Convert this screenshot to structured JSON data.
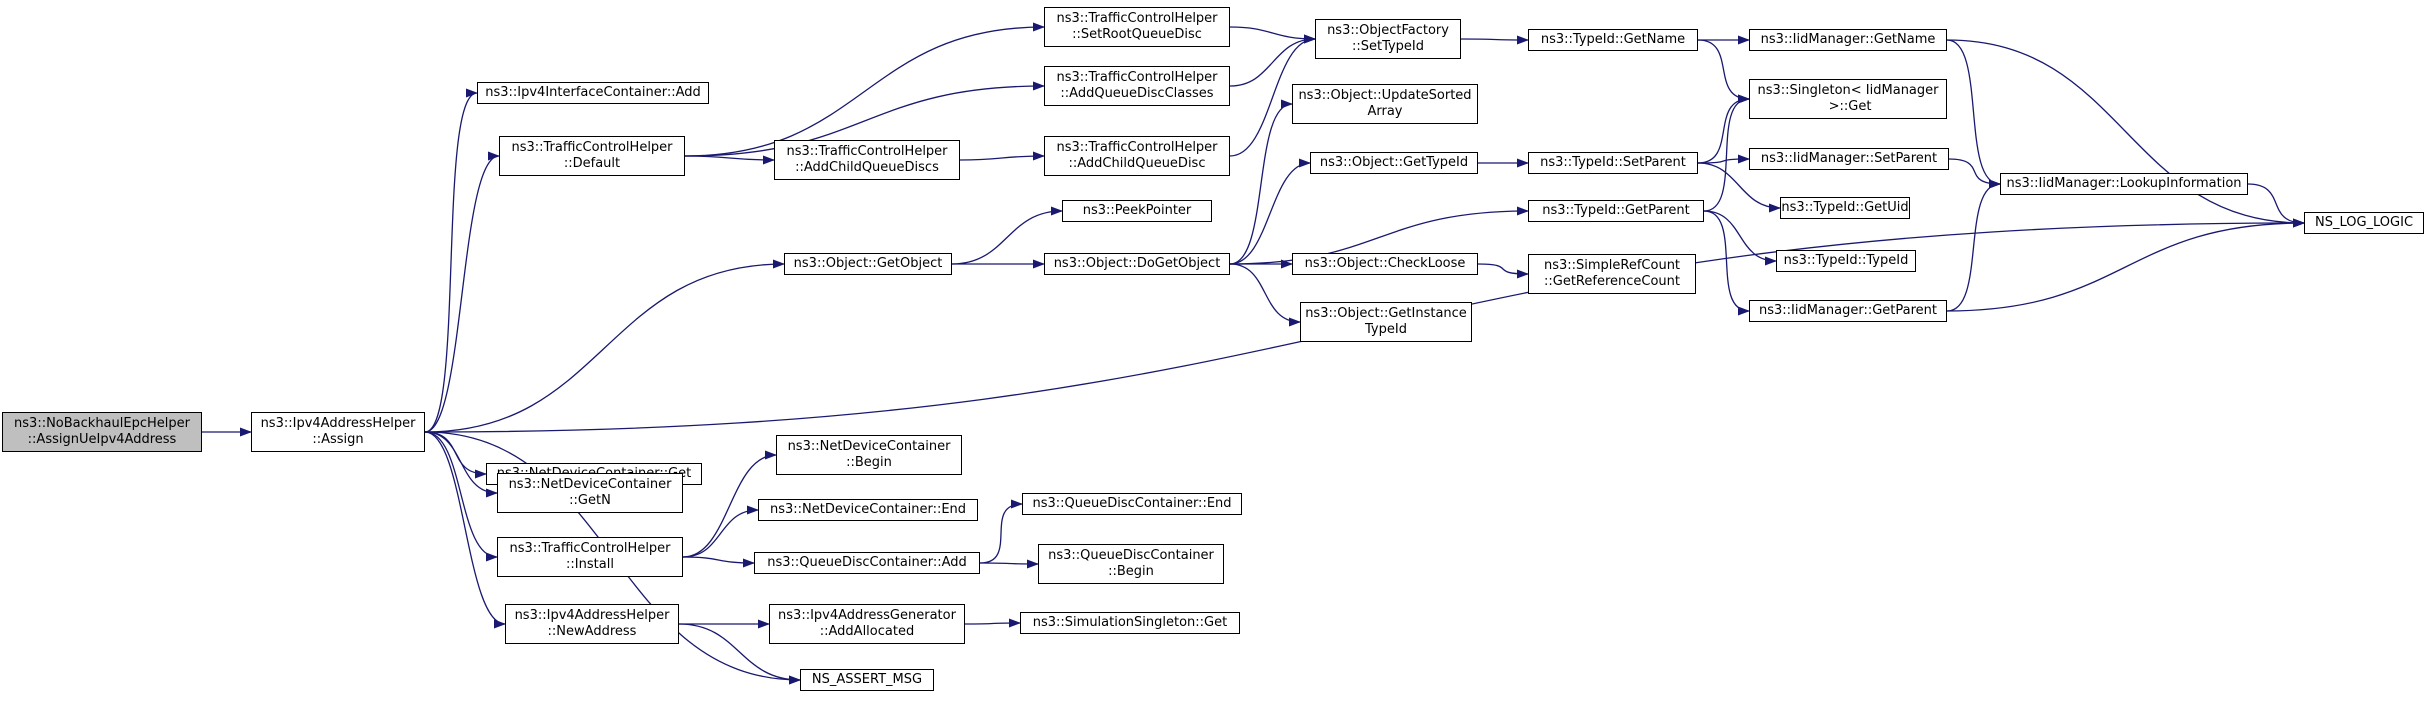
{
  "graph": {
    "root_fill": "#bfbfbf",
    "node_fill": "#ffffff",
    "border_color": "#000000",
    "edge_color": "#191970",
    "nodes": [
      {
        "id": "n1",
        "label": "ns3::NoBackhaulEpcHelper\n::AssignUeIpv4Address",
        "root": true
      },
      {
        "id": "n2",
        "label": "ns3::Ipv4AddressHelper\n::Assign"
      },
      {
        "id": "n3",
        "label": "ns3::Ipv4InterfaceContainer::Add"
      },
      {
        "id": "n4",
        "label": "ns3::TrafficControlHelper\n::Default"
      },
      {
        "id": "n5",
        "label": "ns3::Object::GetObject"
      },
      {
        "id": "n6",
        "label": "NS_LOG_LOGIC"
      },
      {
        "id": "n7",
        "label": "ns3::NetDeviceContainer::Get"
      },
      {
        "id": "n8",
        "label": "ns3::NetDeviceContainer\n::GetN"
      },
      {
        "id": "n9",
        "label": "ns3::TrafficControlHelper\n::Install"
      },
      {
        "id": "n10",
        "label": "ns3::Ipv4AddressHelper\n::NewAddress"
      },
      {
        "id": "n11",
        "label": "NS_ASSERT_MSG"
      },
      {
        "id": "n12",
        "label": "ns3::TrafficControlHelper\n::SetRootQueueDisc"
      },
      {
        "id": "n13",
        "label": "ns3::TrafficControlHelper\n::AddQueueDiscClasses"
      },
      {
        "id": "n14",
        "label": "ns3::TrafficControlHelper\n::AddChildQueueDiscs"
      },
      {
        "id": "n15",
        "label": "ns3::TrafficControlHelper\n::AddChildQueueDisc"
      },
      {
        "id": "n16",
        "label": "ns3::ObjectFactory\n::SetTypeId"
      },
      {
        "id": "n17",
        "label": "ns3::TypeId::GetName"
      },
      {
        "id": "n18",
        "label": "ns3::IidManager::GetName"
      },
      {
        "id": "n19",
        "label": "ns3::Singleton< IidManager\n >::Get"
      },
      {
        "id": "n20",
        "label": "ns3::IidManager::LookupInformation"
      },
      {
        "id": "n21",
        "label": "ns3::PeekPointer"
      },
      {
        "id": "n22",
        "label": "ns3::Object::DoGetObject"
      },
      {
        "id": "n23",
        "label": "ns3::Object::UpdateSorted\nArray"
      },
      {
        "id": "n24",
        "label": "ns3::Object::GetTypeId"
      },
      {
        "id": "n25",
        "label": "ns3::TypeId::GetParent"
      },
      {
        "id": "n26",
        "label": "ns3::Object::CheckLoose"
      },
      {
        "id": "n27",
        "label": "ns3::Object::GetInstance\nTypeId"
      },
      {
        "id": "n28",
        "label": "ns3::TypeId::SetParent"
      },
      {
        "id": "n29",
        "label": "ns3::IidManager::SetParent"
      },
      {
        "id": "n30",
        "label": "ns3::TypeId::GetUid"
      },
      {
        "id": "n31",
        "label": "ns3::TypeId::TypeId"
      },
      {
        "id": "n32",
        "label": "ns3::IidManager::GetParent"
      },
      {
        "id": "n33",
        "label": "ns3::SimpleRefCount\n::GetReferenceCount"
      },
      {
        "id": "n34",
        "label": "ns3::NetDeviceContainer\n::Begin"
      },
      {
        "id": "n35",
        "label": "ns3::NetDeviceContainer::End"
      },
      {
        "id": "n36",
        "label": "ns3::QueueDiscContainer::Add"
      },
      {
        "id": "n37",
        "label": "ns3::QueueDiscContainer::End"
      },
      {
        "id": "n38",
        "label": "ns3::QueueDiscContainer\n::Begin"
      },
      {
        "id": "n39",
        "label": "ns3::Ipv4AddressGenerator\n::AddAllocated"
      },
      {
        "id": "n40",
        "label": "ns3::SimulationSingleton::Get"
      }
    ],
    "edges": [
      [
        "n1",
        "n2"
      ],
      [
        "n2",
        "n3"
      ],
      [
        "n2",
        "n4"
      ],
      [
        "n2",
        "n5"
      ],
      [
        "n2",
        "n6"
      ],
      [
        "n2",
        "n7"
      ],
      [
        "n2",
        "n8"
      ],
      [
        "n2",
        "n9"
      ],
      [
        "n2",
        "n10"
      ],
      [
        "n2",
        "n11"
      ],
      [
        "n4",
        "n12"
      ],
      [
        "n4",
        "n13"
      ],
      [
        "n4",
        "n14"
      ],
      [
        "n12",
        "n16"
      ],
      [
        "n13",
        "n16"
      ],
      [
        "n14",
        "n15"
      ],
      [
        "n15",
        "n16"
      ],
      [
        "n16",
        "n17"
      ],
      [
        "n17",
        "n18"
      ],
      [
        "n17",
        "n19"
      ],
      [
        "n18",
        "n20"
      ],
      [
        "n18",
        "n6"
      ],
      [
        "n20",
        "n6"
      ],
      [
        "n5",
        "n21"
      ],
      [
        "n5",
        "n22"
      ],
      [
        "n22",
        "n23"
      ],
      [
        "n22",
        "n24"
      ],
      [
        "n22",
        "n25"
      ],
      [
        "n22",
        "n26"
      ],
      [
        "n22",
        "n27"
      ],
      [
        "n24",
        "n28"
      ],
      [
        "n28",
        "n19"
      ],
      [
        "n28",
        "n29"
      ],
      [
        "n28",
        "n30"
      ],
      [
        "n29",
        "n20"
      ],
      [
        "n25",
        "n19"
      ],
      [
        "n25",
        "n31"
      ],
      [
        "n25",
        "n32"
      ],
      [
        "n32",
        "n20"
      ],
      [
        "n32",
        "n6"
      ],
      [
        "n26",
        "n33"
      ],
      [
        "n9",
        "n34"
      ],
      [
        "n9",
        "n35"
      ],
      [
        "n9",
        "n36"
      ],
      [
        "n36",
        "n37"
      ],
      [
        "n36",
        "n38"
      ],
      [
        "n10",
        "n39"
      ],
      [
        "n10",
        "n11"
      ],
      [
        "n39",
        "n40"
      ]
    ]
  }
}
